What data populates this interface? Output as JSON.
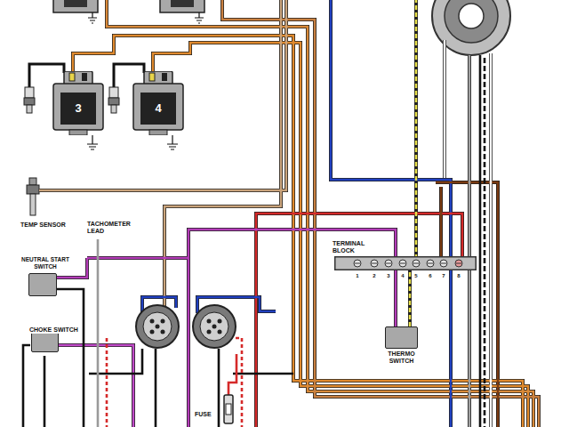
{
  "diagram": {
    "nodes": [
      {
        "text": [
          "3"
        ]
      },
      {
        "text": [
          "4"
        ]
      },
      {
        "text": [
          "TERMINAL BLOCK"
        ]
      },
      {
        "text": [
          "NEUTRAL START SWITCH"
        ]
      },
      {
        "text": [
          "CHOKE SWITCH"
        ]
      },
      {
        "text": [
          "THERMO SWITCH"
        ]
      }
    ],
    "edges": [
      {
        "from": 5,
        "to": 2,
        "arrow": "none"
      }
    ],
    "labels": [
      "TEMP SENSOR",
      "TACHOMETER LEAD",
      "1",
      "2",
      "3",
      "4",
      "5",
      "6",
      "7",
      "8",
      "FUSE"
    ]
  }
}
